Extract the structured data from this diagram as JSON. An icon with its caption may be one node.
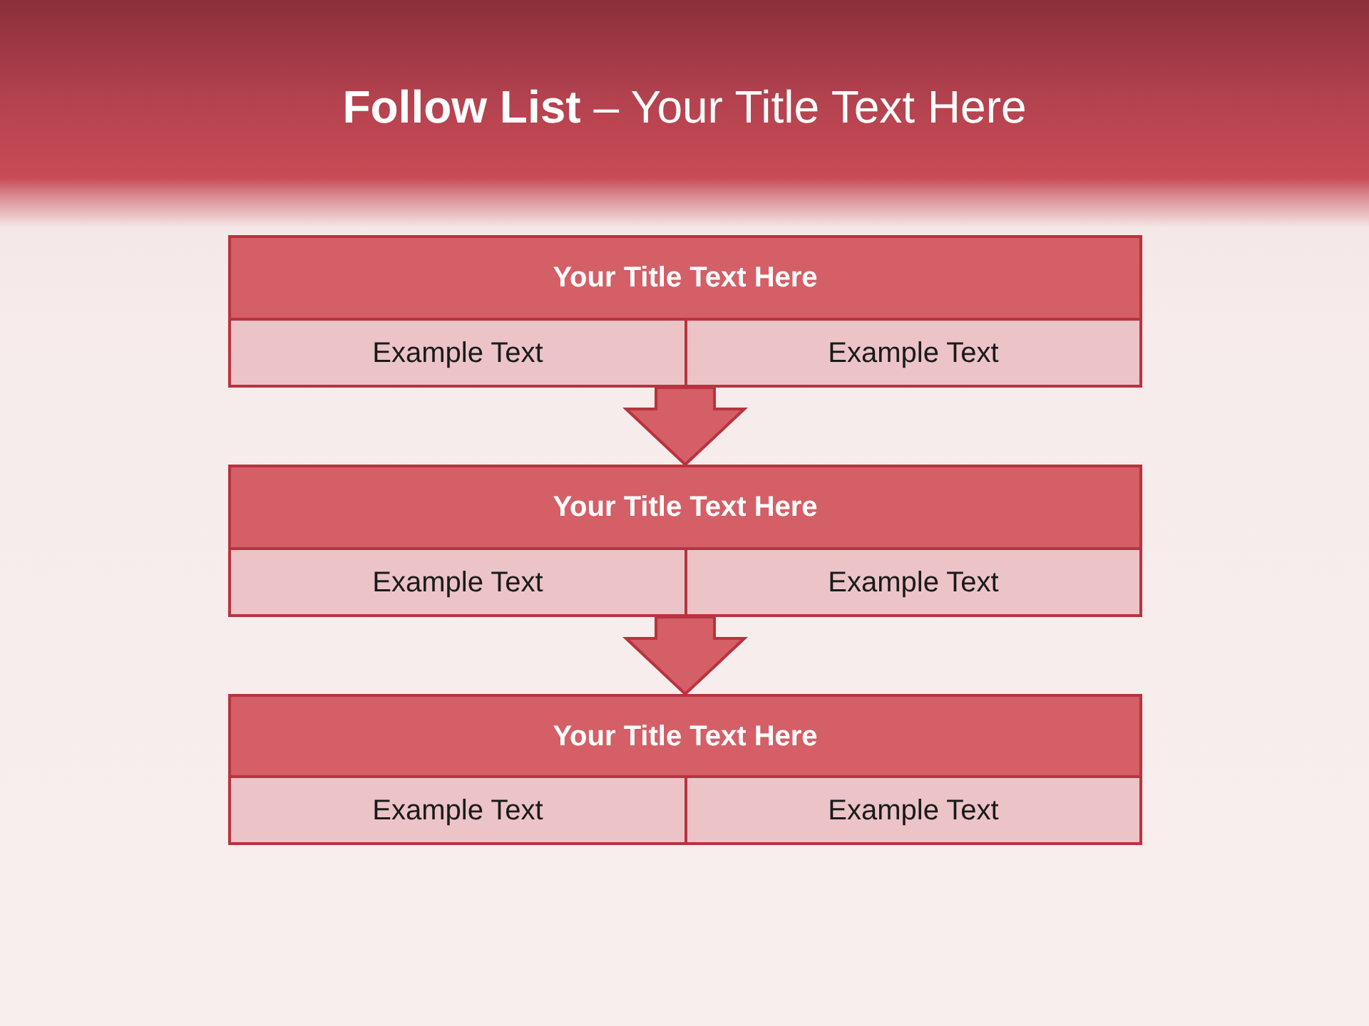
{
  "diagram": {
    "title": "**Follow List** – Your Title Text Here",
    "nodes": [
      {
        "text": [
          "Your Title Text Here"
        ]
      },
      {
        "text": [
          "Example Text"
        ],
        "in": 0
      },
      {
        "text": [
          "Example Text"
        ],
        "in": 0
      },
      {
        "text": [
          "Your Title Text Here"
        ]
      },
      {
        "text": [
          "Example Text"
        ],
        "in": 3
      },
      {
        "text": [
          "Example Text"
        ],
        "in": 3
      },
      {
        "text": [
          "Your Title Text Here"
        ]
      },
      {
        "text": [
          "Example Text"
        ],
        "in": 6
      },
      {
        "text": [
          "Example Text"
        ],
        "in": 6
      }
    ],
    "edges": [
      {
        "from": 0,
        "to": 3,
        "arrow": "to"
      },
      {
        "from": 3,
        "to": 6,
        "arrow": "to"
      }
    ]
  }
}
